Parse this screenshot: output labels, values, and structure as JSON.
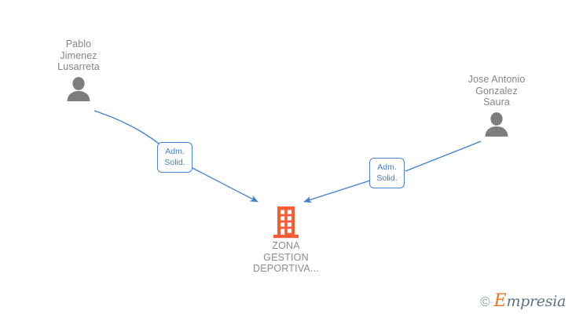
{
  "diagram": {
    "type": "company-relationship-graph",
    "colors": {
      "edge": "#3f7fd1",
      "badge_border": "#4a86d6",
      "badge_text": "#3f7fd1",
      "person_icon": "#7d7d7d",
      "company_icon": "#f95d32",
      "label_text": "#858585",
      "background": "#ffffff"
    },
    "nodes": [
      {
        "id": "person-pablo-jimenez-lusarreta",
        "kind": "person",
        "label": "Pablo\nJimenez\nLusarreta",
        "icon": "person-icon"
      },
      {
        "id": "person-jose-antonio-gonzalez-saura",
        "kind": "person",
        "label": "Jose Antonio\nGonzalez\nSaura",
        "icon": "person-icon"
      },
      {
        "id": "company-zona-gestion-deportiva",
        "kind": "company",
        "label": "ZONA\nGESTION\nDEPORTIVA...",
        "icon": "building-icon"
      }
    ],
    "edges": [
      {
        "id": "edge-pablo-to-company",
        "from": "person-pablo-jimenez-lusarreta",
        "to": "company-zona-gestion-deportiva",
        "badge": "Adm.\nSolid.",
        "direction": "to-company"
      },
      {
        "id": "edge-jose-to-company",
        "from": "person-jose-antonio-gonzalez-saura",
        "to": "company-zona-gestion-deportiva",
        "badge": "Adm.\nSolid.",
        "direction": "to-company"
      }
    ]
  },
  "watermark": {
    "copyright": "©",
    "brand_initial": "E",
    "brand_rest": "mpresia"
  }
}
